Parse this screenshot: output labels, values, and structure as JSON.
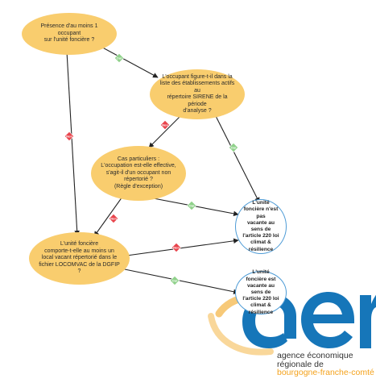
{
  "nodes": {
    "q1": "Présence d'au moins 1 occupant\nsur l'unité foncière ?",
    "q2": "L'occupant figure-t-il dans la\nliste des établissements actifs au\nrépertoire SIRENE de la période\nd'analyse ?",
    "q3": "Cas particuliers :\nL'occupation est-elle effective,\ns'agit-il d'un occupant non\nrépertorié ?\n(Règle d'exception)",
    "q4": "L'unité foncière\ncomporte-t-elle au moins un\nlocal vacant répertorié dans le\nfichier LOCOMVAC de la DGFIP\n?",
    "r1": "L'unité\nfoncière n'est pas\nvacante au sens de\nl'article 220 loi\nclimat &\nrésilience",
    "r2": "L'unité\nfoncière est\nvacante au sens de\nl'article 220 loi\nclimat &\nrésilience"
  },
  "labels": {
    "yes": "Oui",
    "no": "Non"
  },
  "colors": {
    "question_fill": "#f9cd6e",
    "result_border": "#4d9bd6",
    "yes_badge": "#8fd18a",
    "no_badge": "#e8444c",
    "logo_blue": "#0a6fb5",
    "logo_orange": "#f4a21c"
  },
  "agency": {
    "line1": "agence économique",
    "line2": "régionale de",
    "line3": "bourgogne-franche-comté"
  }
}
